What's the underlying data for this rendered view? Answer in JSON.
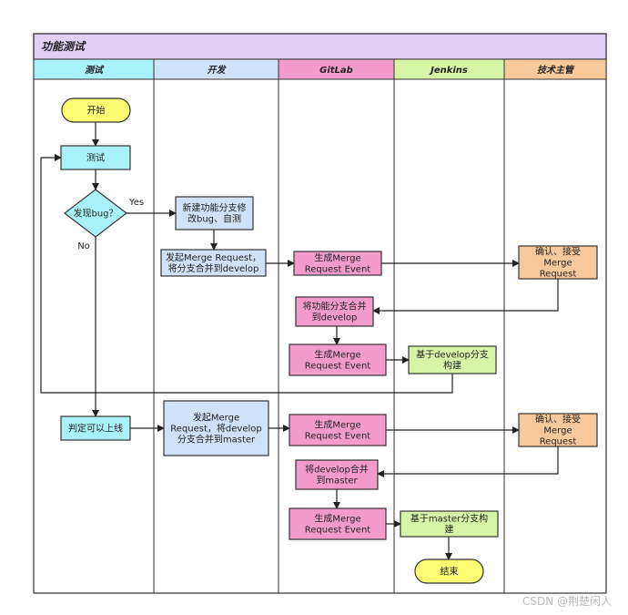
{
  "title": "功能测试",
  "colors": {
    "title_bg": "#e1d1f7",
    "border": "#333333",
    "lane_test": "#aaf2fb",
    "lane_dev": "#cfe2fa",
    "lane_gitlab": "#f39ccc",
    "lane_jenkins": "#d6f5a6",
    "lane_lead": "#f8c99b",
    "node_start": "#fffb73",
    "node_test": "#aaf2fb",
    "node_dev": "#cfe2fa",
    "node_gitlab": "#f39ccc",
    "node_jenkins": "#d6f5a6",
    "node_lead": "#f8c99b",
    "arrow": "#222222"
  },
  "lanes": [
    {
      "id": "test",
      "label": "测试"
    },
    {
      "id": "dev",
      "label": "开发"
    },
    {
      "id": "gitlab",
      "label": "GitLab"
    },
    {
      "id": "jenkins",
      "label": "Jenkins"
    },
    {
      "id": "lead",
      "label": "技术主管"
    }
  ],
  "nodes": [
    {
      "id": "start",
      "lines": [
        "开始"
      ]
    },
    {
      "id": "test",
      "lines": [
        "测试"
      ]
    },
    {
      "id": "bug",
      "lines": [
        "发现bug？"
      ]
    },
    {
      "id": "newbranch",
      "lines": [
        "新建功能分支修",
        "改bug、自测"
      ]
    },
    {
      "id": "mr1",
      "lines": [
        "发起Merge Request，",
        "将分支合并到develop"
      ]
    },
    {
      "id": "ev1",
      "lines": [
        "生成Merge",
        "Request Event"
      ]
    },
    {
      "id": "ok1",
      "lines": [
        "确认、接受",
        "Merge",
        "Request"
      ]
    },
    {
      "id": "merge1",
      "lines": [
        "将功能分支合并",
        "到develop"
      ]
    },
    {
      "id": "ev2",
      "lines": [
        "生成Merge",
        "Request Event"
      ]
    },
    {
      "id": "build1",
      "lines": [
        "基于develop分支",
        "构建"
      ]
    },
    {
      "id": "judge",
      "lines": [
        "判定可以上线"
      ]
    },
    {
      "id": "mr2",
      "lines": [
        "发起Merge",
        "Request，将develop",
        "分支合并到master"
      ]
    },
    {
      "id": "ev3",
      "lines": [
        "生成Merge",
        "Request Event"
      ]
    },
    {
      "id": "ok2",
      "lines": [
        "确认、接受",
        "Merge",
        "Request"
      ]
    },
    {
      "id": "merge2",
      "lines": [
        "将develop合并",
        "到master"
      ]
    },
    {
      "id": "ev4",
      "lines": [
        "生成Merge",
        "Request Event"
      ]
    },
    {
      "id": "build2",
      "lines": [
        "基于master分支构",
        "建"
      ]
    },
    {
      "id": "end",
      "lines": [
        "结束"
      ]
    }
  ],
  "edges": [
    {
      "id": "start-test",
      "label": ""
    },
    {
      "id": "test-bug",
      "label": ""
    },
    {
      "id": "bug-newbranch",
      "label": "Yes"
    },
    {
      "id": "bug-judge",
      "label": "No"
    },
    {
      "id": "newbranch-mr1",
      "label": ""
    },
    {
      "id": "mr1-ev1",
      "label": ""
    },
    {
      "id": "ev1-ok1",
      "label": ""
    },
    {
      "id": "ok1-merge1",
      "label": ""
    },
    {
      "id": "merge1-ev2",
      "label": ""
    },
    {
      "id": "ev2-build1",
      "label": ""
    },
    {
      "id": "build1-test",
      "label": ""
    },
    {
      "id": "judge-mr2",
      "label": ""
    },
    {
      "id": "mr2-ev3",
      "label": ""
    },
    {
      "id": "ev3-ok2",
      "label": ""
    },
    {
      "id": "ok2-merge2",
      "label": ""
    },
    {
      "id": "merge2-ev4",
      "label": ""
    },
    {
      "id": "ev4-build2",
      "label": ""
    },
    {
      "id": "build2-end",
      "label": ""
    }
  ],
  "watermark": "CSDN @荆楚闲人"
}
